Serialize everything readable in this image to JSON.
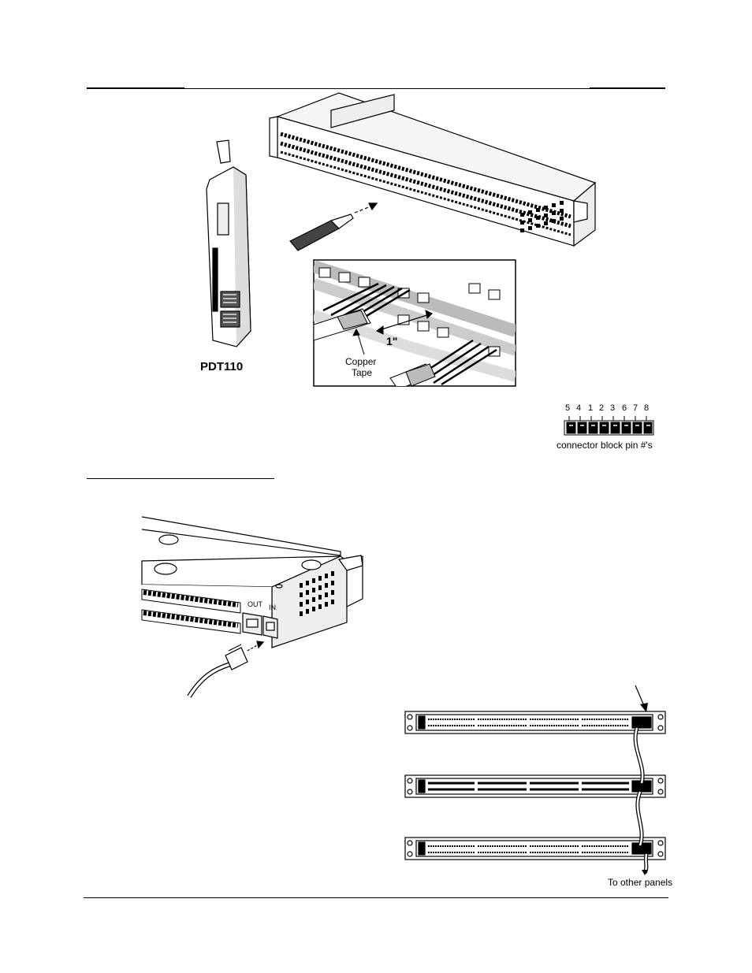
{
  "figure1": {
    "tool_label": "PDT110",
    "dimension_label": "1\"",
    "copper_tape_label_line1": "Copper",
    "copper_tape_label_line2": "Tape"
  },
  "pin_diagram": {
    "pin_numbers": [
      "5",
      "4",
      "1",
      "2",
      "3",
      "6",
      "7",
      "8"
    ],
    "caption": "connector block pin #'s"
  },
  "figure2": {
    "out_label": "OUT",
    "in_label": "IN"
  },
  "figure3": {
    "caption": "To other panels"
  }
}
